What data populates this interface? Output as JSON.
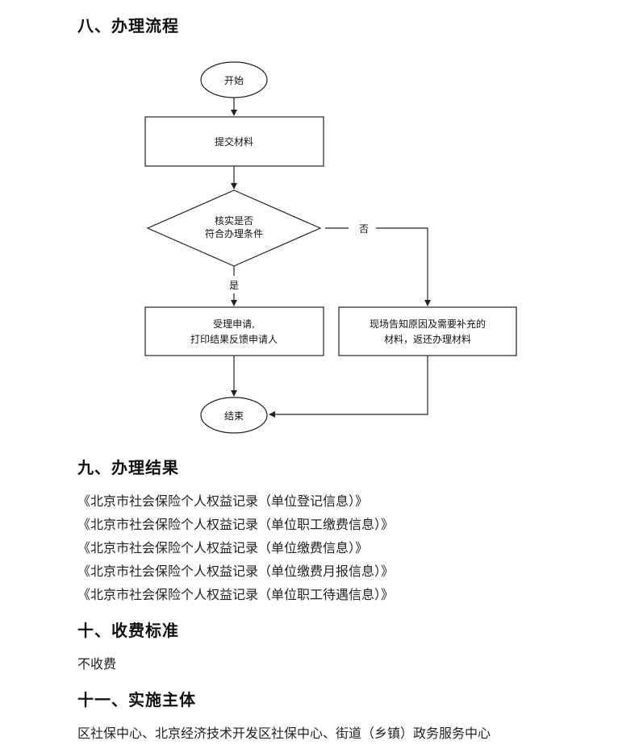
{
  "sections": {
    "process": {
      "heading": "八、办理流程"
    },
    "result": {
      "heading": "九、办理结果",
      "items": [
        "《北京市社会保险个人权益记录（单位登记信息）》",
        "《北京市社会保险个人权益记录（单位职工缴费信息）》",
        "《北京市社会保险个人权益记录（单位缴费信息）》",
        "《北京市社会保险个人权益记录（单位缴费月报信息）》",
        "《北京市社会保险个人权益记录（单位职工待遇信息）》"
      ]
    },
    "fee": {
      "heading": "十、收费标准",
      "text": "不收费"
    },
    "subject": {
      "heading": "十一、实施主体",
      "text": "区社保中心、北京经济技术开发区社保中心、街道（乡镇）政务服务中心"
    }
  },
  "flowchart": {
    "start": "开始",
    "submit": "提交材料",
    "check_line1": "核实是否",
    "check_line2": "符合办理条件",
    "no_label": "否",
    "yes_label": "是",
    "accept_line1": "受理申请,",
    "accept_line2": "打印结果反馈申请人",
    "reject_line1": "现场告知原因及需要补充的",
    "reject_line2": "材料，返还办理材料",
    "end": "结束"
  }
}
